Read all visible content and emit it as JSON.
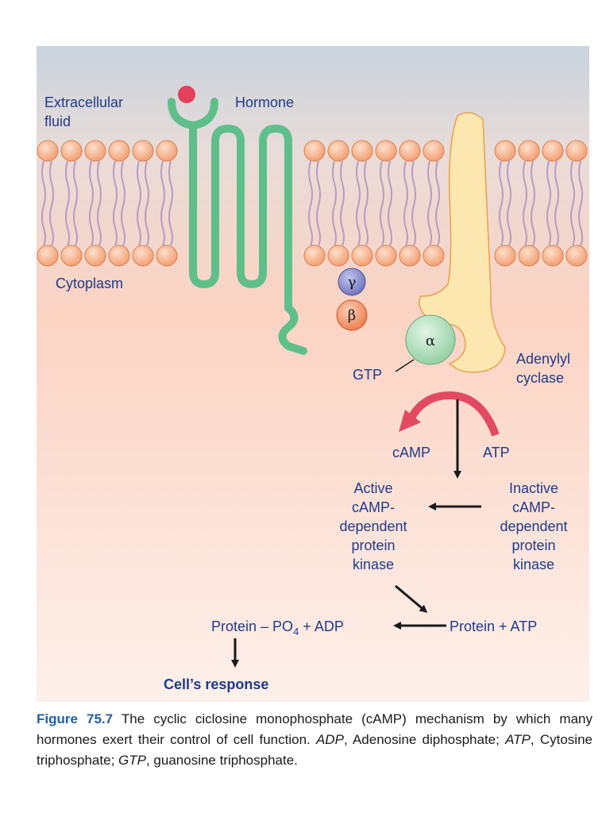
{
  "diagram": {
    "labels": {
      "extracellular_line1": "Extracellular",
      "extracellular_line2": "fluid",
      "hormone": "Hormone",
      "cytoplasm": "Cytoplasm",
      "gamma": "γ",
      "beta": "β",
      "alpha": "α",
      "gtp": "GTP",
      "adenylyl_line1": "Adenylyl",
      "adenylyl_line2": "cyclase",
      "camp": "cAMP",
      "atp": "ATP",
      "active_line1": "Active",
      "active_line2": "cAMP-",
      "active_line3": "dependent",
      "active_line4": "protein",
      "active_line5": "kinase",
      "inactive_line1": "Inactive",
      "inactive_line2": "cAMP-",
      "inactive_line3": "dependent",
      "inactive_line4": "protein",
      "inactive_line5": "kinase",
      "protein_po4_prefix": "Protein – PO",
      "protein_po4_sub": "4",
      "protein_po4_suffix": " + ADP",
      "protein_atp": "Protein + ATP",
      "cells_response": "Cell’s response"
    },
    "colors": {
      "extracellular_top": "#c9d3de",
      "cytoplasm_mid": "#fbd3c3",
      "cytoplasm_bottom": "#fdf0ea",
      "phospholipid_head": "#f7a77a",
      "phospholipid_tail": "#b99ac3",
      "receptor": "#5fbf8a",
      "hormone_dot": "#e4405a",
      "adenylyl_cyclase": "#fde7b0",
      "gamma_subunit": "#7b7fc4",
      "beta_subunit": "#f08a5d",
      "alpha_subunit": "#a9dcb6",
      "conversion_arrow": "#e24a62",
      "label_text": "#1f3a8a"
    }
  },
  "caption": {
    "figure_number": "Figure 75.7",
    "text": " The cyclic  ciclosine  monophosphate (cAMP) mechanism by which many hormones exert their control of cell function. ",
    "abbr_adp": "ADP",
    "def_adp": ", Adenosine  diphosphate; ",
    "abbr_atp": "ATP",
    "def_atp": ", Cytosine triphosphate; ",
    "abbr_gtp": "GTP",
    "def_gtp": ", guanosine triphosphate."
  }
}
